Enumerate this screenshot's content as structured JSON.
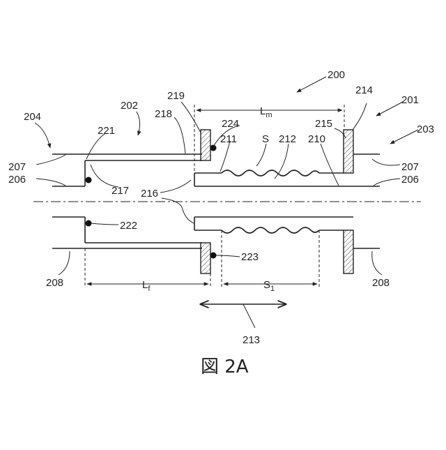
{
  "figure": {
    "caption": "図 2A",
    "labels": {
      "n200": "200",
      "n201": "201",
      "n202": "202",
      "n203": "203",
      "n204": "204",
      "n206_left": "206",
      "n206_right": "206",
      "n207_left": "207",
      "n207_right": "207",
      "n208_left": "208",
      "n208_right": "208",
      "n210": "210",
      "n211": "211",
      "n212": "212",
      "n213": "213",
      "n214": "214",
      "n215": "215",
      "n216": "216",
      "n217": "217",
      "n218": "218",
      "n219": "219",
      "n221": "221",
      "n222": "222",
      "n223": "223",
      "n224": "224",
      "S": "S"
    },
    "dimensions": {
      "Lm_main": "L",
      "Lm_sub": "m",
      "Lf_main": "L",
      "Lf_sub": "f",
      "S1_main": "S",
      "S1_sub": "1"
    }
  }
}
